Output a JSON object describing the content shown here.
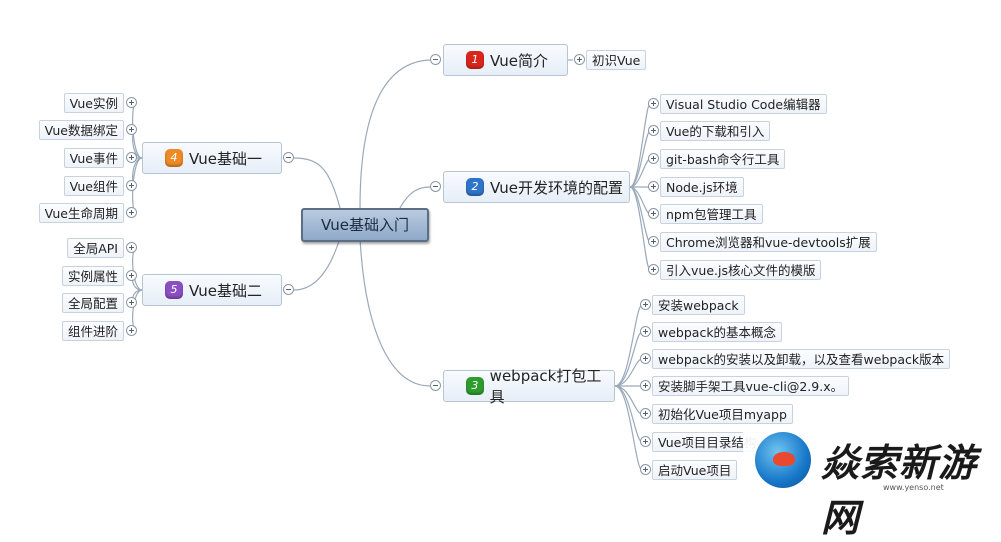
{
  "center": {
    "label": "Vue基础入门"
  },
  "branches": {
    "b1": {
      "badge": "1",
      "label": "Vue简介",
      "color": "#d9261c",
      "children": [
        "初识Vue"
      ]
    },
    "b2": {
      "badge": "2",
      "label": "Vue开发环境的配置",
      "color": "#2f74c8",
      "children": [
        "Visual Studio Code编辑器",
        "Vue的下载和引入",
        "git-bash命令行工具",
        "Node.js环境",
        "npm包管理工具",
        "Chrome浏览器和vue-devtools扩展",
        "引入vue.js核心文件的模版"
      ]
    },
    "b3": {
      "badge": "3",
      "label": "webpack打包工具",
      "color": "#2e9b2e",
      "children": [
        "安装webpack",
        "webpack的基本概念",
        "webpack的安装以及卸载，以及查看webpack版本",
        "安装脚手架工具vue-cli@2.9.x。",
        "初始化Vue项目myapp",
        "Vue项目目录结构",
        "启动Vue项目"
      ]
    },
    "b4": {
      "badge": "4",
      "label": "Vue基础一",
      "color": "#ee8a26",
      "children": [
        "Vue实例",
        "Vue数据绑定",
        "Vue事件",
        "Vue组件",
        "Vue生命周期"
      ]
    },
    "b5": {
      "badge": "5",
      "label": "Vue基础二",
      "color": "#8a4fc0",
      "children": [
        "全局API",
        "实例属性",
        "全局配置",
        "组件进阶"
      ]
    }
  },
  "watermark": {
    "text": "焱索新游网",
    "url": "www.yenso.net"
  }
}
